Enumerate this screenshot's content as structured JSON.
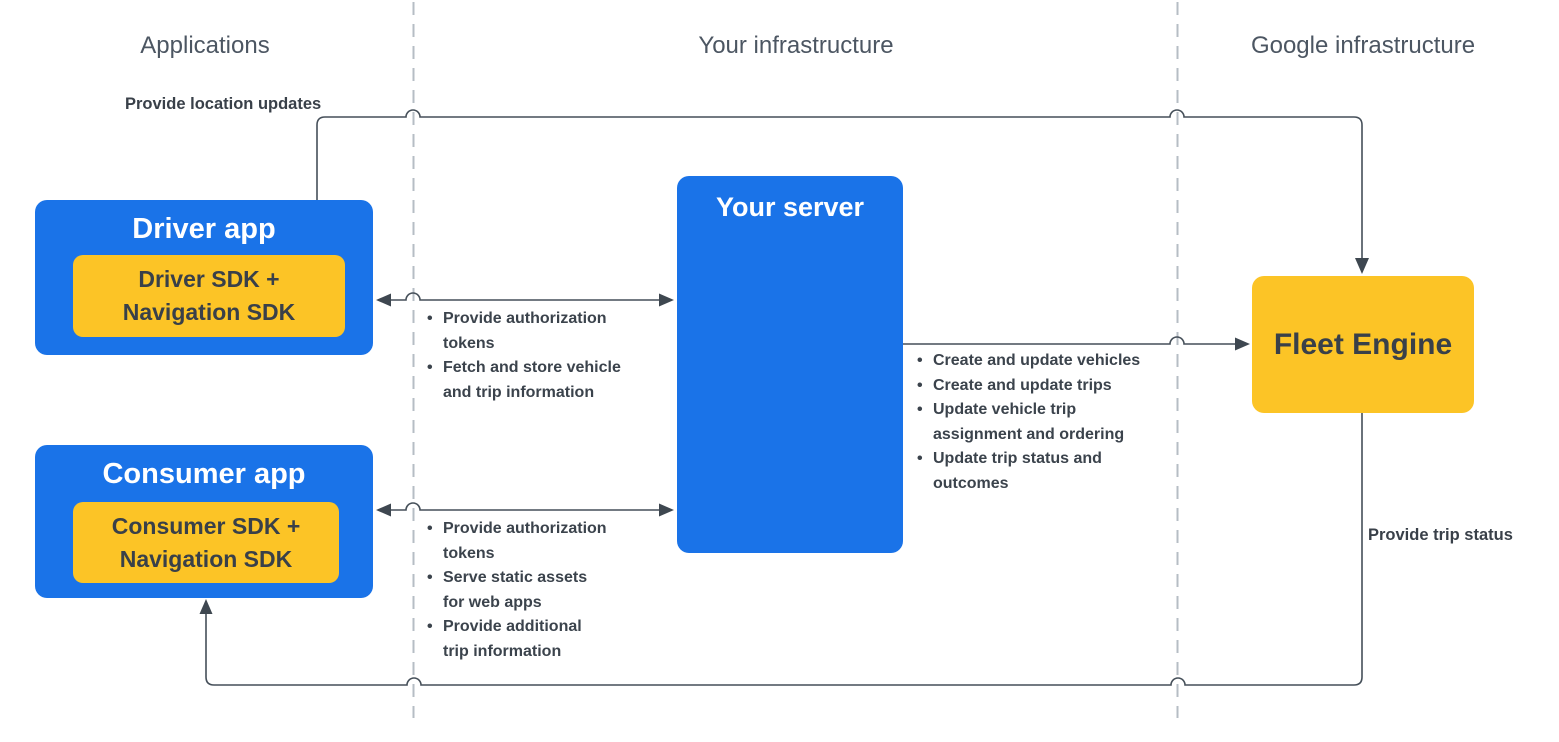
{
  "lanes": {
    "applications": "Applications",
    "your_infrastructure": "Your infrastructure",
    "google_infrastructure": "Google infrastructure"
  },
  "nodes": {
    "driver_app": {
      "title": "Driver app",
      "sdk": "Driver SDK +\nNavigation SDK"
    },
    "consumer_app": {
      "title": "Consumer app",
      "sdk": "Consumer SDK +\nNavigation SDK"
    },
    "your_server": {
      "title": "Your server"
    },
    "fleet_engine": {
      "title": "Fleet Engine"
    }
  },
  "edge_labels": {
    "location_updates": "Provide location updates",
    "trip_status": "Provide trip status"
  },
  "edge_notes": {
    "driver_server": [
      "Provide authorization\ntokens",
      "Fetch and store vehicle\nand trip information"
    ],
    "consumer_server": [
      "Provide authorization\ntokens",
      "Serve static assets\nfor web apps",
      "Provide additional\ntrip information"
    ],
    "server_fleet": [
      "Create and update vehicles",
      "Create and update trips",
      "Update vehicle trip\nassignment and ordering",
      "Update trip status and\noutcomes"
    ]
  },
  "colors": {
    "box_blue": "#1a73e8",
    "box_yellow": "#fcc426",
    "line": "#454f59",
    "dashed_divider": "#b6bdc4",
    "dark_text": "#394049",
    "lane_text": "#4c5662"
  }
}
